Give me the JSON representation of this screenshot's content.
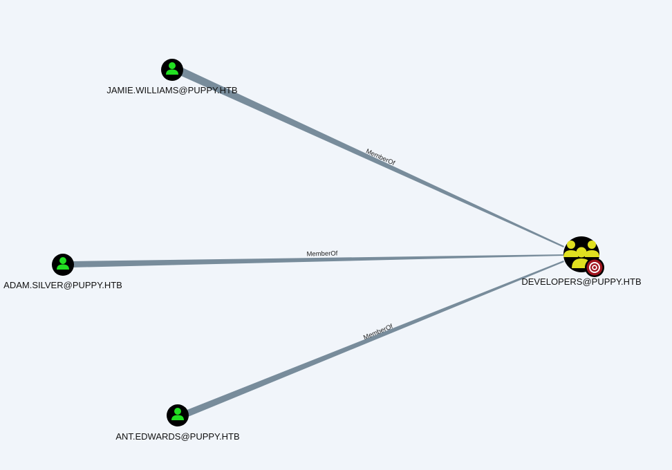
{
  "colors": {
    "background": "#f1f5fa",
    "edge": "#788c9b",
    "node_fill": "#000000",
    "user_icon": "#22e022",
    "group_icon": "#e0e020",
    "target_ring": "#a0141e"
  },
  "nodes": [
    {
      "id": "jamie",
      "type": "user",
      "icon": "user-icon",
      "label": "JAMIE.WILLIAMS@PUPPY.HTB"
    },
    {
      "id": "adam",
      "type": "user",
      "icon": "user-icon",
      "label": "ADAM.SILVER@PUPPY.HTB"
    },
    {
      "id": "ant",
      "type": "user",
      "icon": "user-icon",
      "label": "ANT.EDWARDS@PUPPY.HTB"
    },
    {
      "id": "developers",
      "type": "group",
      "icon": "group-icon",
      "badge": "target-icon",
      "label": "DEVELOPERS@PUPPY.HTB"
    }
  ],
  "edges": [
    {
      "id": "e1",
      "source": "jamie",
      "target": "developers",
      "label": "MemberOf"
    },
    {
      "id": "e2",
      "source": "adam",
      "target": "developers",
      "label": "MemberOf"
    },
    {
      "id": "e3",
      "source": "ant",
      "target": "developers",
      "label": "MemberOf"
    }
  ]
}
